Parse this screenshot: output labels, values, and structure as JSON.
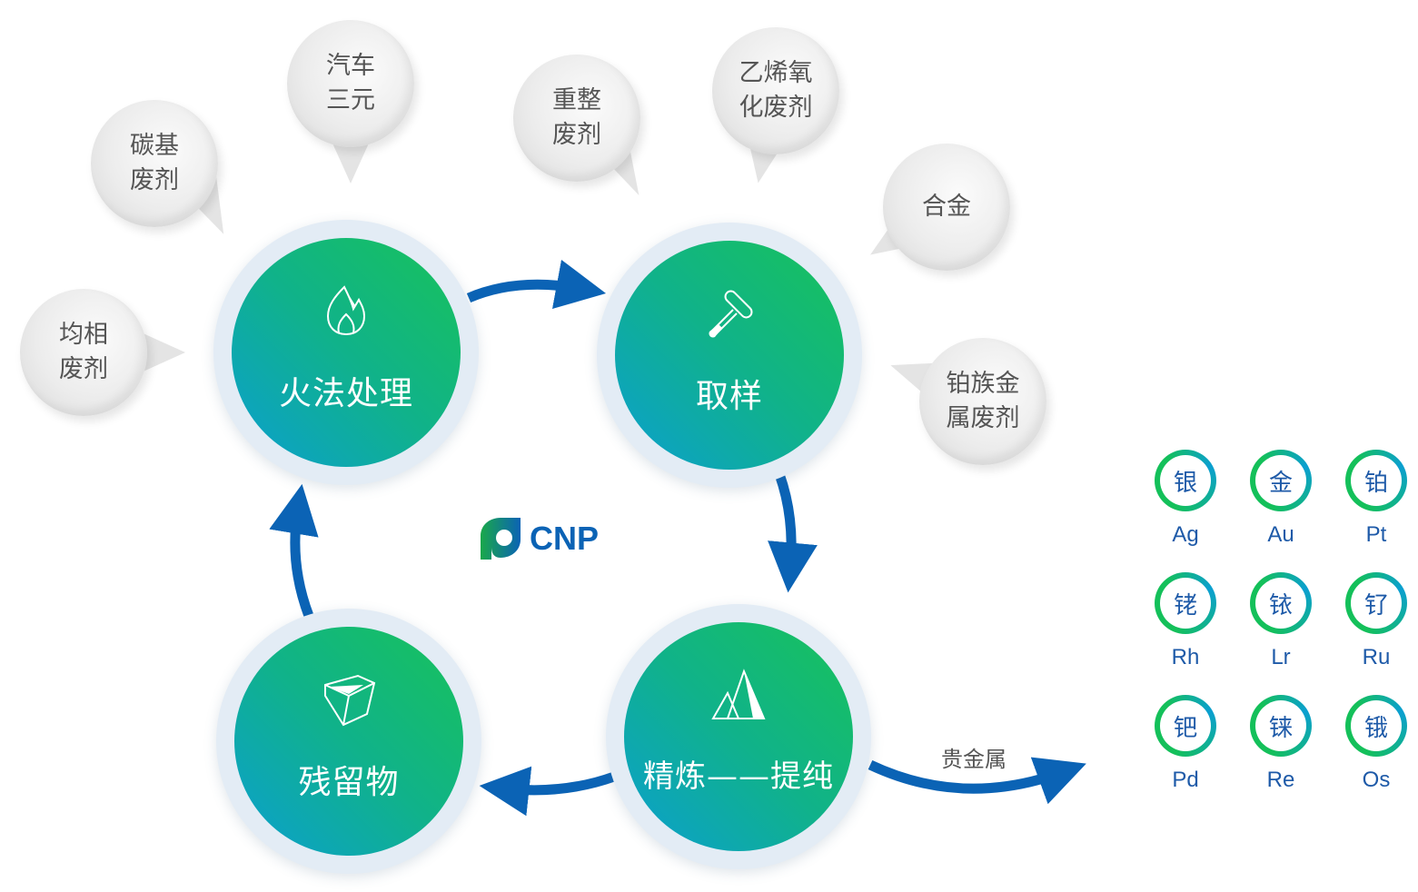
{
  "feedstocks": [
    {
      "id": "homogeneous",
      "label": "均相\n废剂"
    },
    {
      "id": "carbon-based",
      "label": "碳基\n废剂"
    },
    {
      "id": "auto-three-way",
      "label": "汽车\n三元"
    },
    {
      "id": "reforming",
      "label": "重整\n废剂"
    },
    {
      "id": "ethylene-oxidation",
      "label": "乙烯氧\n化废剂"
    },
    {
      "id": "alloy",
      "label": "合金"
    },
    {
      "id": "pgm-spent",
      "label": "铂族金\n属废剂"
    }
  ],
  "process": [
    {
      "id": "pyro",
      "label": "火法处理",
      "icon": "flame-icon"
    },
    {
      "id": "sampling",
      "label": "取样",
      "icon": "dropper-icon"
    },
    {
      "id": "refining",
      "label": "精炼——提纯",
      "icon": "mountain-icon"
    },
    {
      "id": "residue",
      "label": "残留物",
      "icon": "cube-icon"
    }
  ],
  "flow": [
    "火法处理 → 取样",
    "取样 → 精炼——提纯",
    "精炼——提纯 → 残留物",
    "残留物 → 火法处理",
    "精炼——提纯 → 贵金属"
  ],
  "output_label": "贵金属",
  "logo": {
    "text": "CNP"
  },
  "metals": [
    {
      "cn": "银",
      "symbol": "Ag"
    },
    {
      "cn": "金",
      "symbol": "Au"
    },
    {
      "cn": "铂",
      "symbol": "Pt"
    },
    {
      "cn": "铑",
      "symbol": "Rh"
    },
    {
      "cn": "铱",
      "symbol": "Lr"
    },
    {
      "cn": "钌",
      "symbol": "Ru"
    },
    {
      "cn": "钯",
      "symbol": "Pd"
    },
    {
      "cn": "铼",
      "symbol": "Re"
    },
    {
      "cn": "锇",
      "symbol": "Os"
    }
  ],
  "colors": {
    "arrow": "#0b63b5",
    "green": "#18c25a",
    "blue": "#0b9fd0",
    "metal_text": "#1e5aa8"
  }
}
